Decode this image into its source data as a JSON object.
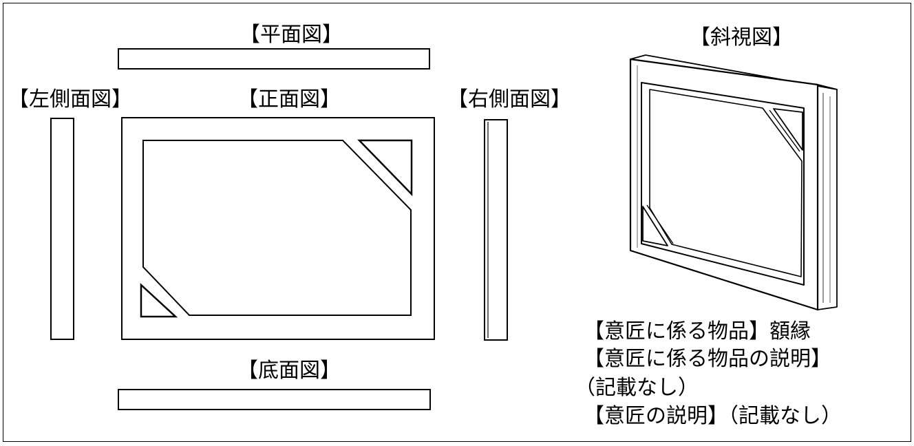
{
  "views": {
    "top": "【平面図】",
    "front": "【正面図】",
    "left": "【左側面図】",
    "right": "【右側面図】",
    "bottom": "【底面図】",
    "perspective": "【斜視図】"
  },
  "description": {
    "article_line": "【意匠に係る物品】額縁",
    "article_explanation_heading": "【意匠に係る物品の説明】",
    "article_explanation_value": "（記載なし）",
    "design_explanation": "【意匠の説明】（記載なし）"
  },
  "colors": {
    "line": "#000000",
    "background": "#ffffff"
  }
}
